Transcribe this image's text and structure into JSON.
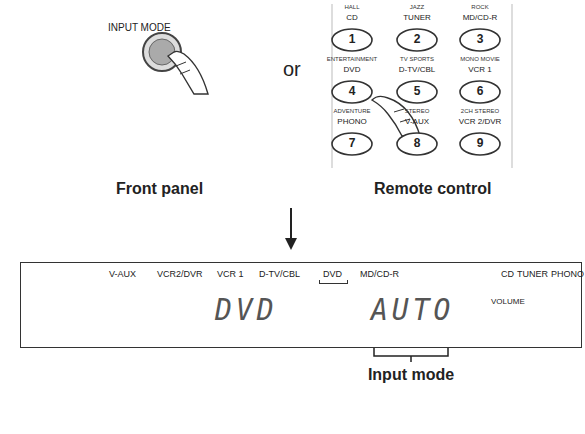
{
  "diagram": {
    "nodes": [
      {
        "text": [
          "HALL",
          "CD",
          "1"
        ]
      },
      {
        "text": [
          "JAZZ",
          "TUNER",
          "2"
        ]
      },
      {
        "text": [
          "ROCK",
          "MD/CD-R",
          "3"
        ]
      },
      {
        "text": [
          "ENTERTAINMENT",
          "DVD",
          "4"
        ]
      },
      {
        "text": [
          "TV SPORTS",
          "D-TV/CBL",
          "5"
        ]
      },
      {
        "text": [
          "MONO MOVIE",
          "VCR 1",
          "6"
        ]
      },
      {
        "text": [
          "ADVENTURE",
          "PHONO",
          "7"
        ]
      },
      {
        "text": [
          "STEREO",
          "V-AUX",
          "8"
        ]
      },
      {
        "text": [
          "2CH STEREO",
          "VCR 2/DVR",
          "9"
        ]
      },
      {
        "text": [
          "V-AUX",
          "VCR2/DVR",
          "VCR 1",
          "D-TV/CBL",
          "DVD",
          "MD/CD-R",
          "CD",
          "TUNER",
          "PHONO",
          "DVD",
          "AUTO",
          "VOLUME"
        ]
      }
    ],
    "edges": [],
    "labels": [
      "INPUT MODE",
      "or",
      "Front panel",
      "Remote control",
      "Input mode"
    ]
  }
}
